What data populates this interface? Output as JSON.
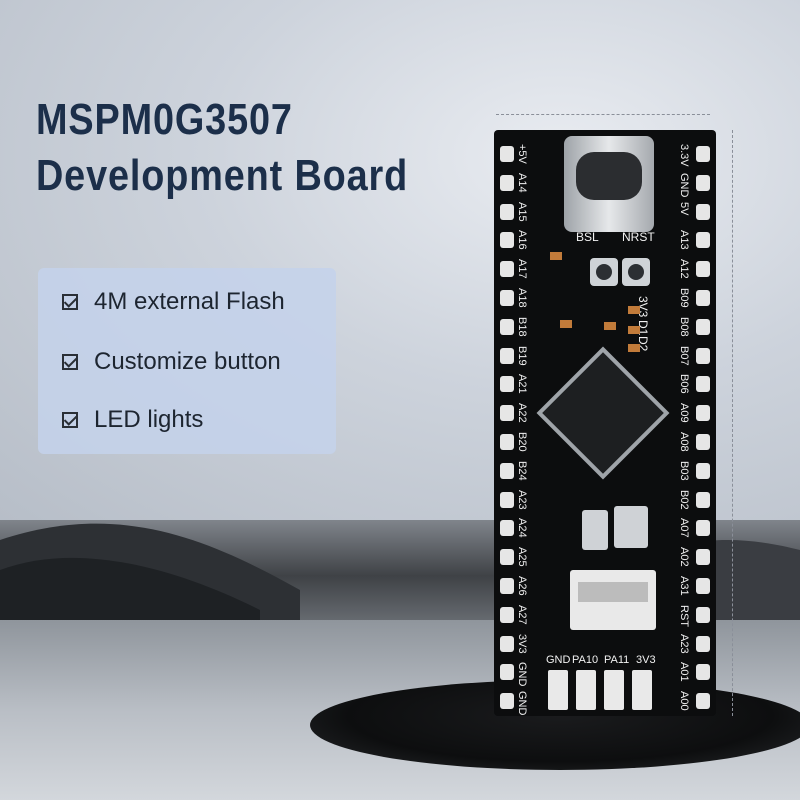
{
  "title": {
    "line1": "MSPM0G3507",
    "line2": "Development Board"
  },
  "features": [
    {
      "label": "4M external Flash",
      "icon": "checkbox-icon"
    },
    {
      "label": "Customize button",
      "icon": "checkbox-icon"
    },
    {
      "label": "LED lights",
      "icon": "checkbox-icon"
    }
  ],
  "board": {
    "left_pins": [
      "+5V",
      "A14",
      "A15",
      "A16",
      "A17",
      "A18",
      "B18",
      "B19",
      "A21",
      "A22",
      "B20",
      "B24",
      "A23",
      "A24",
      "A25",
      "A26",
      "A27",
      "3V3",
      "GND",
      "GND"
    ],
    "right_pins": [
      "3.3V",
      "GND",
      "5V",
      "A13",
      "A12",
      "B09",
      "B08",
      "B07",
      "B06",
      "A09",
      "A08",
      "B03",
      "B02",
      "A07",
      "A02",
      "A31",
      "RST",
      "A23",
      "A01",
      "A00"
    ],
    "button_labels": [
      "BSL",
      "NRST"
    ],
    "led_labels": [
      "3V3",
      "D1",
      "D2"
    ],
    "bottom_labels": [
      "GND",
      "PA10",
      "PA11",
      "3V3"
    ]
  }
}
